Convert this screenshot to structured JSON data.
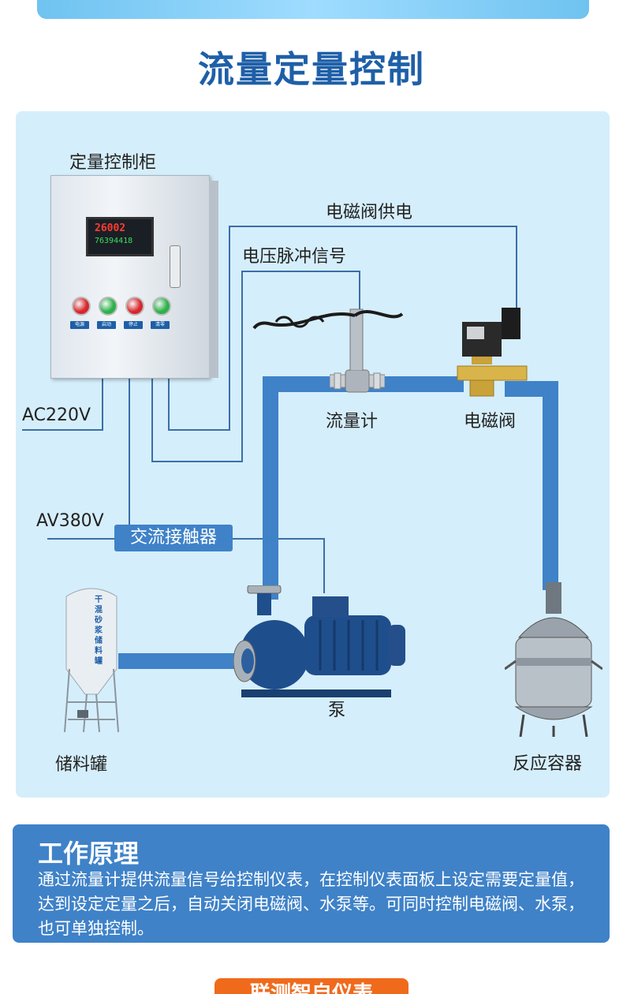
{
  "page": {
    "title": "流量定量控制"
  },
  "diagram": {
    "cabinet_label": "定量控制柜",
    "display_top": "26002",
    "display_bottom": "76394418",
    "cabinet_buttons": [
      "电源",
      "启动",
      "停止",
      "清零"
    ],
    "cabinet_lamp_colors": [
      "#d9262b",
      "#2db24a",
      "#d9262b",
      "#2db24a"
    ],
    "solenoid_power_label": "电磁阀供电",
    "voltage_pulse_label": "电压脉冲信号",
    "ac220_label": "AC220V",
    "av380_label": "AV380V",
    "contactor_label": "交流接触器",
    "flowmeter_label": "流量计",
    "solenoid_valve_label": "电磁阀",
    "pump_label": "泵",
    "tank_label": "储料罐",
    "tank_text": [
      "干",
      "混",
      "砂",
      "浆",
      "储",
      "料",
      "罐"
    ],
    "reactor_label": "反应容器",
    "pipe_color": "#3f82c8",
    "wire_color": "#3a6fa8"
  },
  "info": {
    "title": "工作原理",
    "body": "通过流量计提供流量信号给控制仪表，在控制仪表面板上设定需要定量值，达到设定定量之后，自动关闭电磁阀、水泵等。可同时控制电磁阀、水泵，也可单独控制。"
  },
  "footer_tag": "联测智自仪表"
}
